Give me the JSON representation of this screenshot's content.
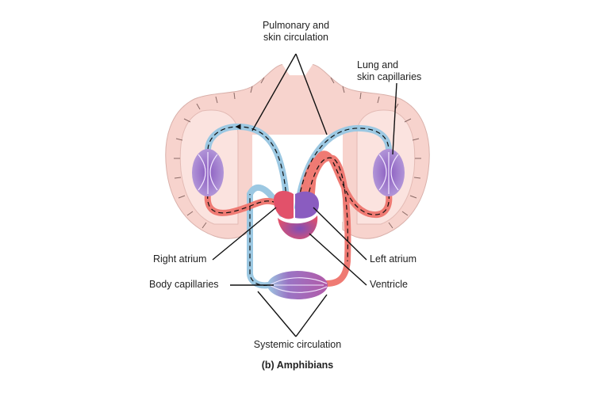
{
  "labels": {
    "pulmonary_line1": "Pulmonary and",
    "pulmonary_line2": "skin circulation",
    "lung_line1": "Lung and",
    "lung_line2": "skin capillaries",
    "right_atrium": "Right atrium",
    "body_capillaries": "Body capillaries",
    "left_atrium": "Left atrium",
    "ventricle": "Ventricle",
    "systemic": "Systemic circulation"
  },
  "caption": "(b) Amphibians",
  "colors": {
    "body_outline": "#f7d3cd",
    "skin_border": "#ffffff",
    "deoxygenated": "#9cc8e2",
    "oxygenated": "#ef7a73",
    "capillary": "#9a74c4",
    "heart": "#e2516a",
    "leader_line": "#111111"
  }
}
